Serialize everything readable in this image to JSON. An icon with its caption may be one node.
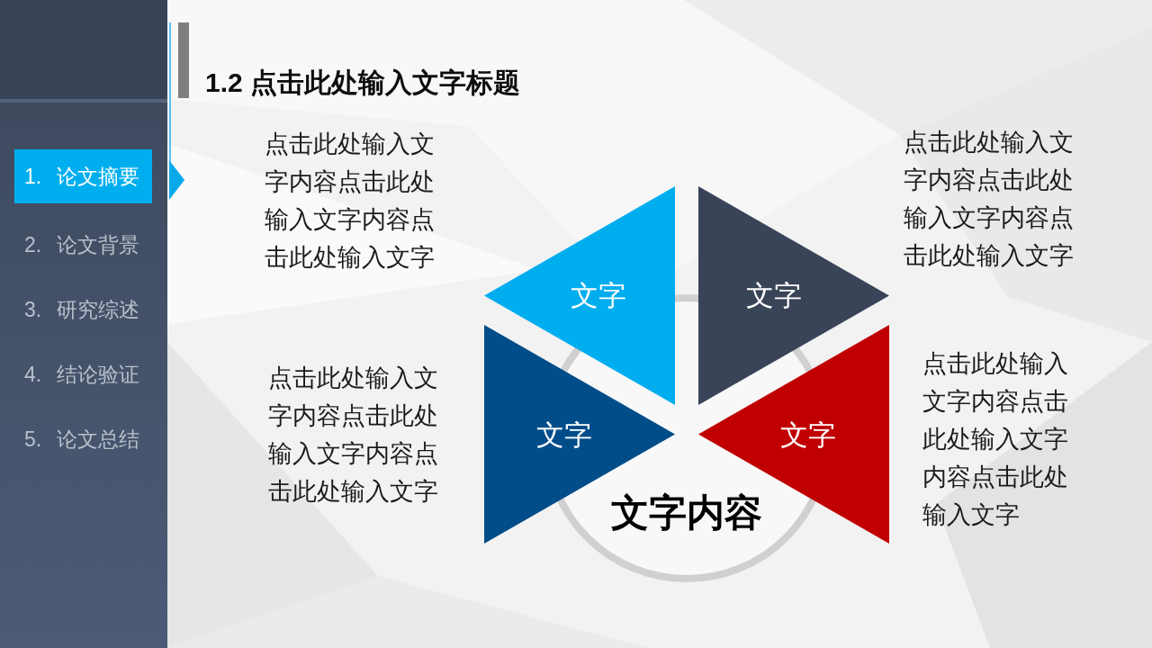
{
  "diagram": {
    "title": "1.2 点击此处输入文字标题",
    "nodes": [
      {
        "text": [
          "2. 论文背景",
          "3. 研究综述",
          "4. 结论验证",
          "5. 论文总结"
        ]
      },
      {
        "text": [
          "1. 论文摘要"
        ],
        "in": 0
      },
      {
        "text": [
          "文字"
        ],
        "beside": [
          "点击此处输入文字内容点击此处输入文字内容点击此处输入文字"
        ]
      },
      {
        "text": [
          "文字"
        ],
        "beside": [
          "点击此处输入文字内容点击此处输入文字内容点击此处输入文字"
        ]
      },
      {
        "text": [
          "文字"
        ],
        "beside": [
          "点击此处输入文字内容点击此处输入文字内容点击此处输入文字"
        ]
      },
      {
        "text": [
          "文字"
        ],
        "beside": [
          "点击此处输入文字内容点击此处输入文字内容点击此处输入文字"
        ]
      },
      {
        "text": [
          "文字内容"
        ]
      }
    ]
  }
}
